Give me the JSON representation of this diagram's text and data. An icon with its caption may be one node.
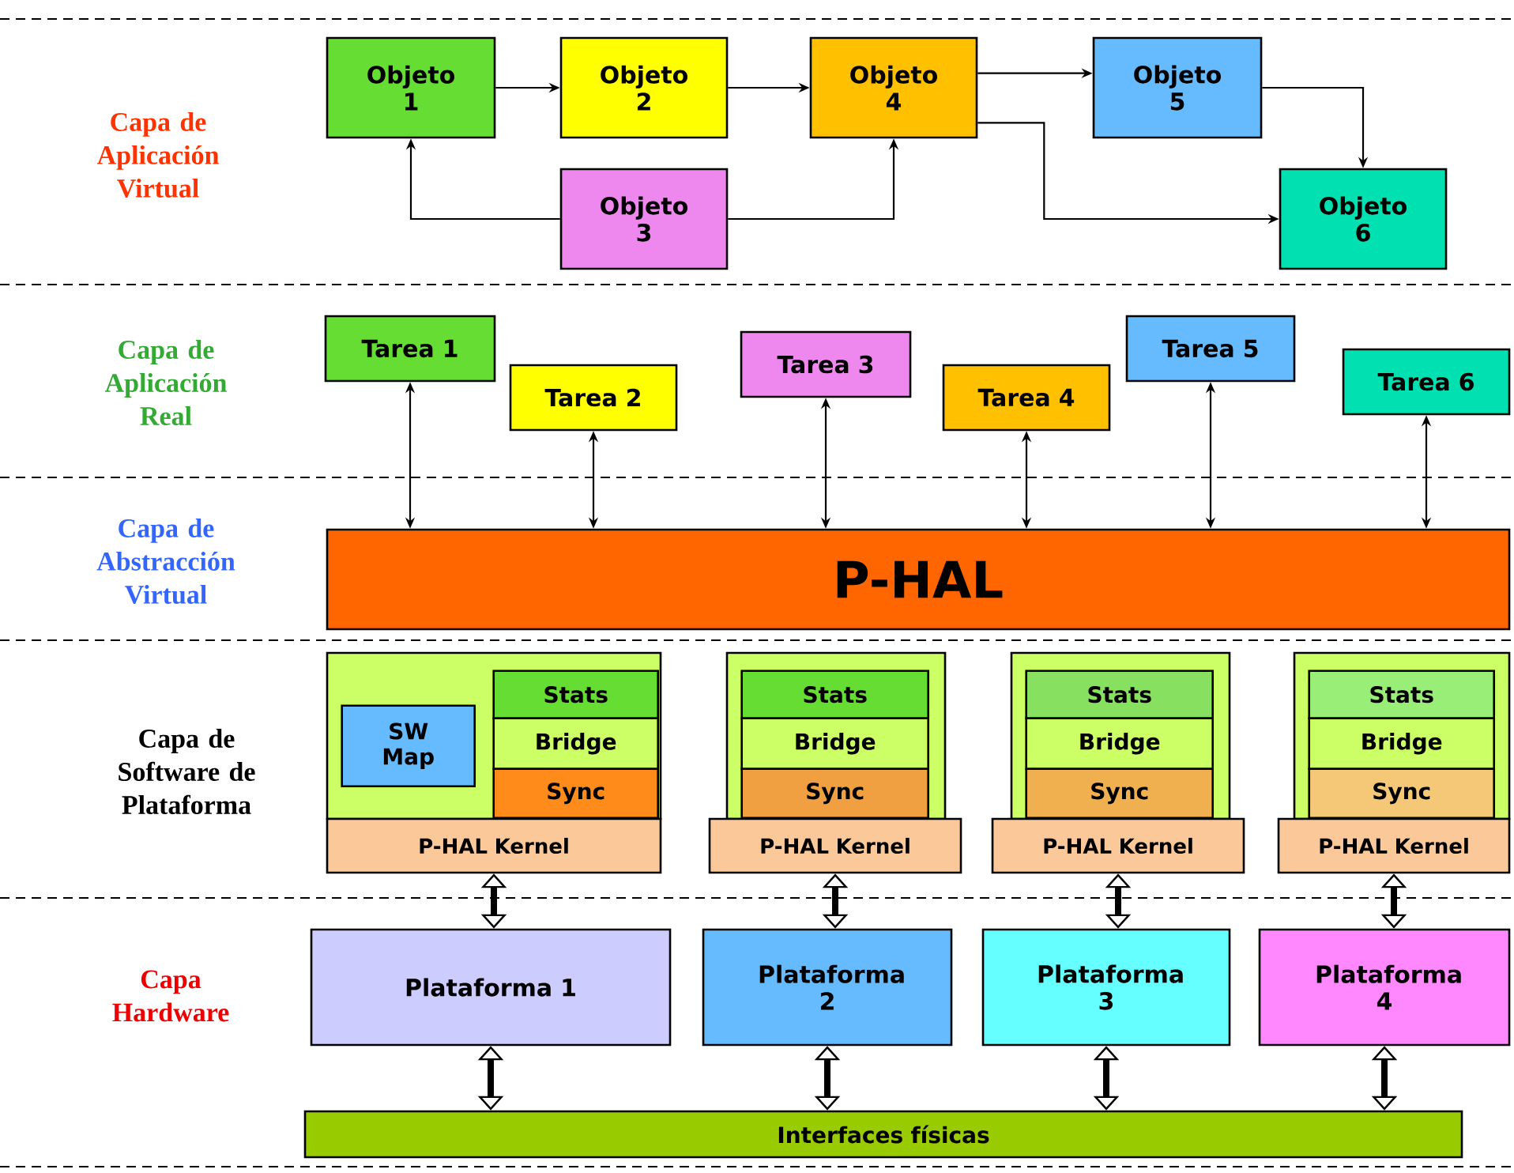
{
  "diagram": {
    "nodes": [
      {
        "text": [
          "Objeto 1"
        ]
      },
      {
        "text": [
          "Objeto 2"
        ]
      },
      {
        "text": [
          "Objeto 3"
        ]
      },
      {
        "text": [
          "Objeto 4"
        ]
      },
      {
        "text": [
          "Objeto 5"
        ]
      },
      {
        "text": [
          "Objeto 6"
        ]
      },
      {
        "text": [
          "Tarea 1"
        ]
      },
      {
        "text": [
          "Tarea 2"
        ]
      },
      {
        "text": [
          "Tarea 3"
        ]
      },
      {
        "text": [
          "Tarea 4"
        ]
      },
      {
        "text": [
          "Tarea 5"
        ]
      },
      {
        "text": [
          "Tarea 6"
        ]
      },
      {
        "text": [
          "P-HAL"
        ]
      },
      {
        "text": [],
        "shape": "box"
      },
      {
        "text": [
          "SW Map"
        ],
        "in": 13
      },
      {
        "text": [
          "Stats"
        ],
        "in": 13
      },
      {
        "text": [
          "Bridge"
        ],
        "in": 13
      },
      {
        "text": [
          "Sync"
        ],
        "in": 13
      },
      {
        "text": [
          "P-HAL Kernel"
        ]
      },
      {
        "text": [],
        "shape": "box"
      },
      {
        "text": [
          "Stats"
        ],
        "in": 19
      },
      {
        "text": [
          "Bridge"
        ],
        "in": 19
      },
      {
        "text": [
          "Sync"
        ],
        "in": 19
      },
      {
        "text": [
          "P-HAL Kernel"
        ]
      },
      {
        "text": [],
        "shape": "box"
      },
      {
        "text": [
          "Stats"
        ],
        "in": 24
      },
      {
        "text": [
          "Bridge"
        ],
        "in": 24
      },
      {
        "text": [
          "Sync"
        ],
        "in": 24
      },
      {
        "text": [
          "P-HAL Kernel"
        ]
      },
      {
        "text": [],
        "shape": "box"
      },
      {
        "text": [
          "Stats"
        ],
        "in": 29
      },
      {
        "text": [
          "Bridge"
        ],
        "in": 29
      },
      {
        "text": [
          "Sync"
        ],
        "in": 29
      },
      {
        "text": [
          "P-HAL Kernel"
        ]
      },
      {
        "text": [
          "Plataforma 1"
        ]
      },
      {
        "text": [
          "Plataforma 2"
        ]
      },
      {
        "text": [
          "Plataforma 3"
        ]
      },
      {
        "text": [
          "Plataforma 4"
        ]
      },
      {
        "text": [
          "Interfaces físicas"
        ]
      }
    ],
    "edges": [
      {
        "from": 0,
        "to": 1,
        "arrow": "to"
      },
      {
        "from": 1,
        "to": 3,
        "arrow": "to"
      },
      {
        "from": 3,
        "to": 4,
        "arrow": "to"
      },
      {
        "from": 4,
        "to": 5,
        "arrow": "to"
      },
      {
        "from": 2,
        "to": 0,
        "arrow": "to"
      },
      {
        "from": 2,
        "to": 3,
        "arrow": "to"
      },
      {
        "from": 3,
        "to": 5,
        "arrow": "to"
      },
      {
        "from": 6,
        "to": 12,
        "arrow": "both"
      },
      {
        "from": 7,
        "to": 12,
        "arrow": "both"
      },
      {
        "from": 8,
        "to": 12,
        "arrow": "both"
      },
      {
        "from": 9,
        "to": 12,
        "arrow": "both"
      },
      {
        "from": 10,
        "to": 12,
        "arrow": "both"
      },
      {
        "from": 11,
        "to": 12,
        "arrow": "both"
      },
      {
        "from": 18,
        "to": 34,
        "arrow": "both",
        "style": "thick"
      },
      {
        "from": 23,
        "to": 35,
        "arrow": "both",
        "style": "thick"
      },
      {
        "from": 28,
        "to": 36,
        "arrow": "both",
        "style": "thick"
      },
      {
        "from": 33,
        "to": 37,
        "arrow": "both",
        "style": "thick"
      },
      {
        "from": 34,
        "to": 38,
        "arrow": "both",
        "style": "thick"
      },
      {
        "from": 35,
        "to": 38,
        "arrow": "both",
        "style": "thick"
      },
      {
        "from": 36,
        "to": 38,
        "arrow": "both",
        "style": "thick"
      },
      {
        "from": 37,
        "to": 38,
        "arrow": "both",
        "style": "thick"
      }
    ],
    "labels": [
      "Capa de Aplicación Virtual",
      "Capa de Aplicación Real",
      "Capa de Abstracción Virtual",
      "Capa de Software de Plataforma",
      "Capa Hardware"
    ]
  }
}
